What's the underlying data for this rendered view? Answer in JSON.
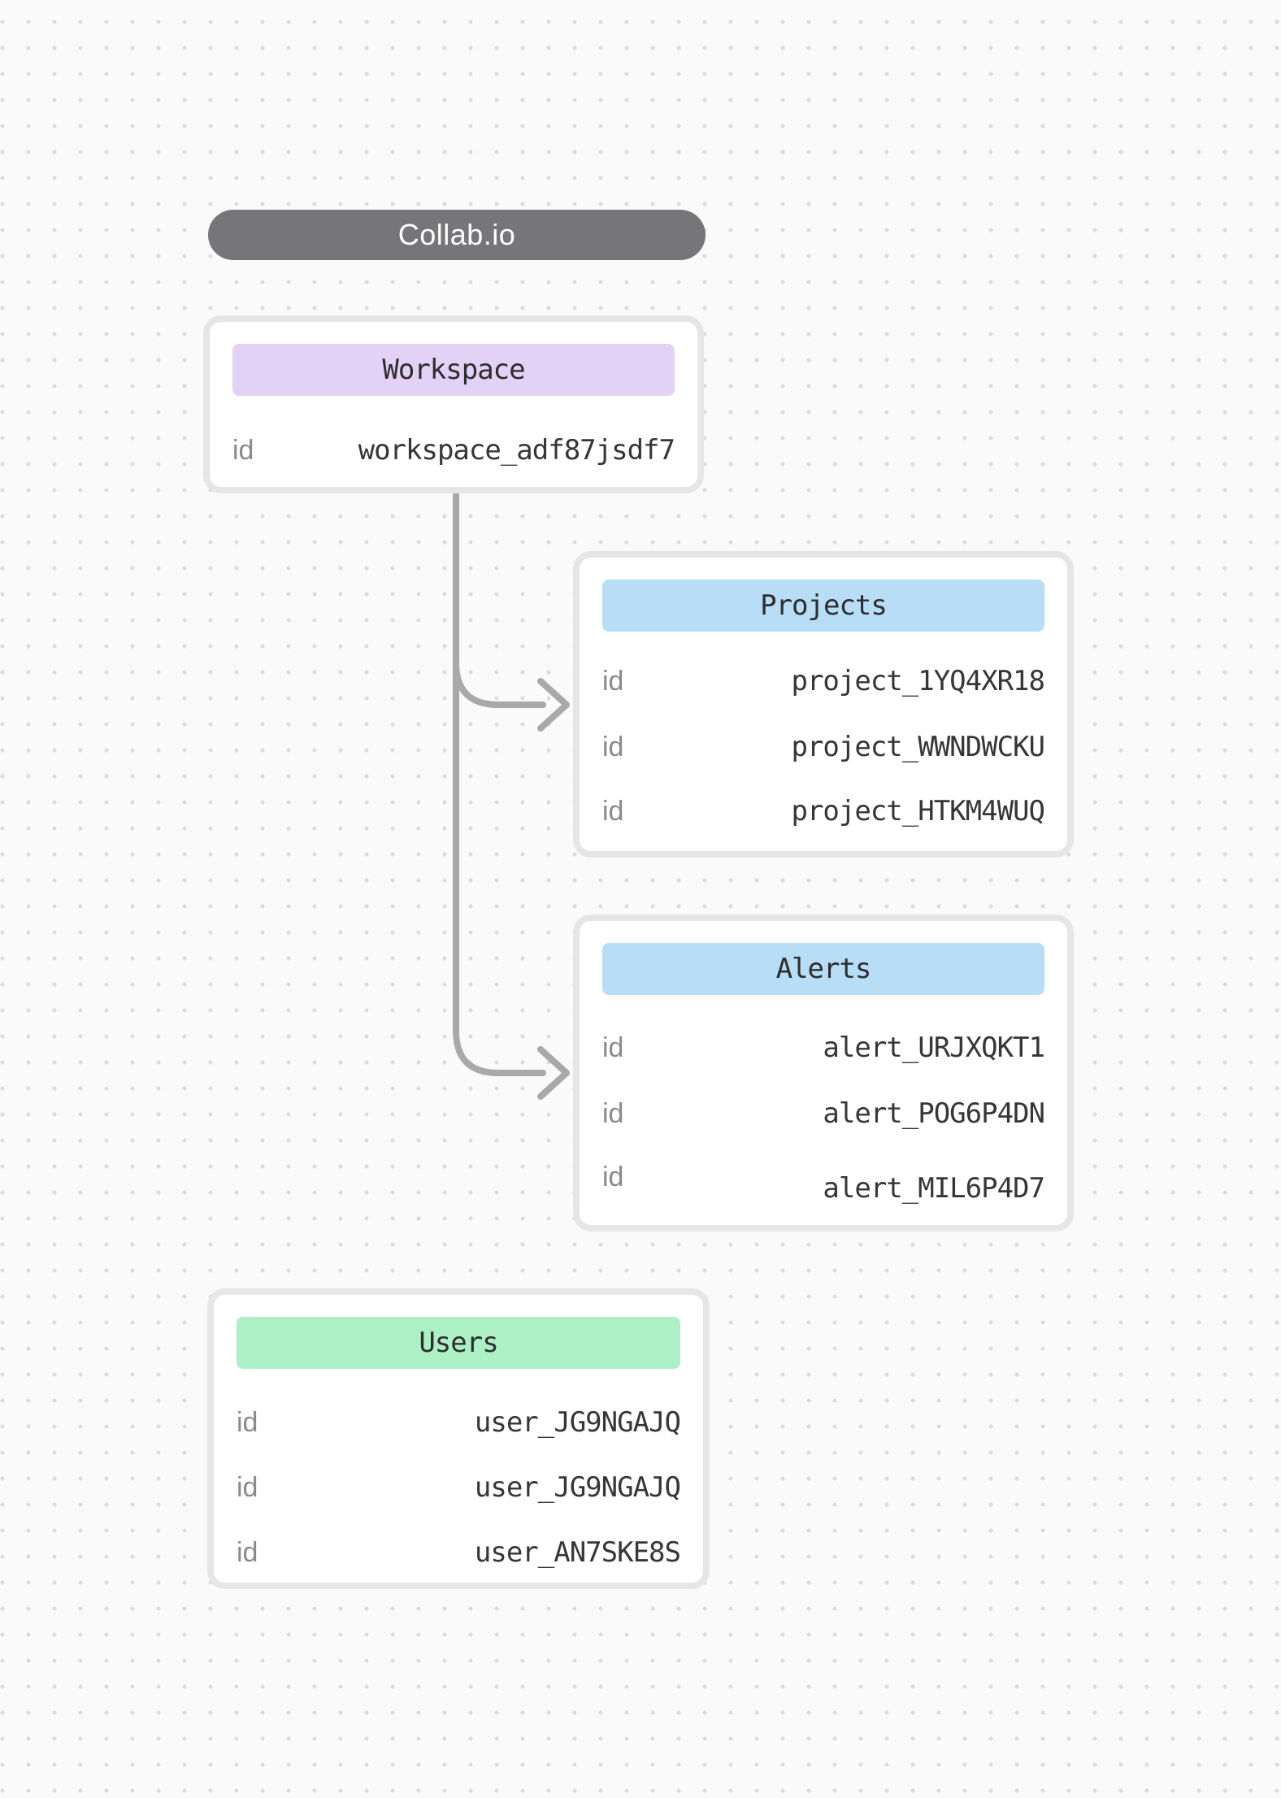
{
  "app": {
    "title": "Collab.io"
  },
  "colors": {
    "canvas_bg": "#fafafa",
    "dot": "#dcdce0",
    "pill_bg": "#767678",
    "pill_text": "#ffffff",
    "card_border": "#e6e6e6",
    "card_bg": "#ffffff",
    "arrow": "#a9a9a9",
    "key_text": "#8a8a8a",
    "value_text": "#363636",
    "header_text": "#2e2e2e"
  },
  "entities": [
    {
      "title": "Workspace",
      "header_color": "#e4d1f6",
      "rows": [
        {
          "key": "id",
          "value": "workspace_adf87jsdf7"
        }
      ]
    },
    {
      "title": "Projects",
      "header_color": "#b8ddf6",
      "rows": [
        {
          "key": "id",
          "value": "project_1YQ4XR18"
        },
        {
          "key": "id",
          "value": "project_WWNDWCKU"
        },
        {
          "key": "id",
          "value": "project_HTKM4WUQ"
        }
      ]
    },
    {
      "title": "Alerts",
      "header_color": "#b8ddf6",
      "rows": [
        {
          "key": "id",
          "value": "alert_URJXQKT1"
        },
        {
          "key": "id",
          "value": "alert_POG6P4DN"
        },
        {
          "key": "id",
          "value": "alert_MIL6P4D7"
        }
      ]
    },
    {
      "title": "Users",
      "header_color": "#adf0c6",
      "rows": [
        {
          "key": "id",
          "value": "user_JG9NGAJQ"
        },
        {
          "key": "id",
          "value": "user_JG9NGAJQ"
        },
        {
          "key": "id",
          "value": "user_AN7SKE8S"
        }
      ]
    }
  ],
  "connections": [
    {
      "from": "Workspace",
      "to": "Projects"
    },
    {
      "from": "Workspace",
      "to": "Alerts"
    }
  ]
}
